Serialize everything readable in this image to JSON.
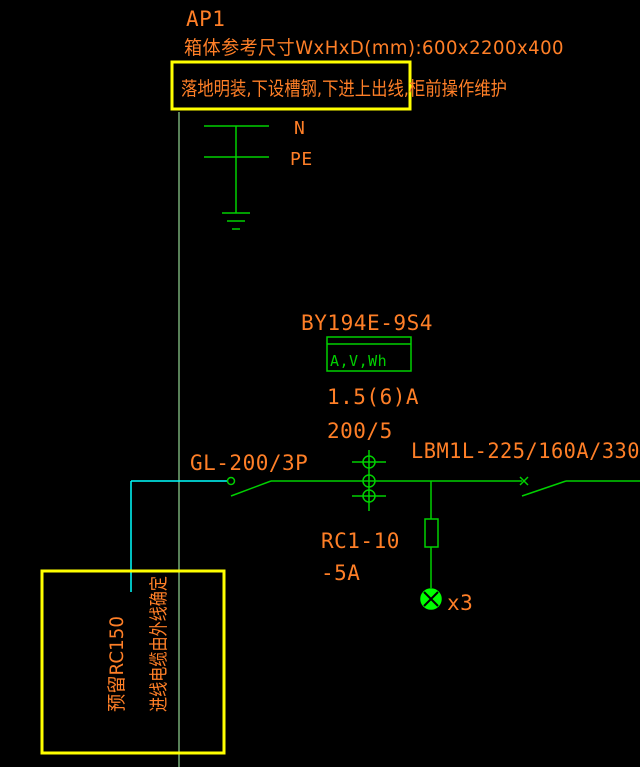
{
  "colors": {
    "background": "#000000",
    "text": "#ff7f27",
    "highlight_box": "#ffff00",
    "green": "#00d000",
    "bright_green": "#00ff00",
    "cyan": "#00ffff",
    "frame_line": "#b0ffb0",
    "white": "#ffffff"
  },
  "panel": {
    "name": "AP1",
    "dimensions": "箱体参考尺寸WxHxD(mm):600x2200x400",
    "install_note": "落地明装,下设槽钢,下进上出线,柜前操作维护"
  },
  "grounding": {
    "neutral_label": "N",
    "pe_label": "PE"
  },
  "meter": {
    "model": "BY194E-9S4",
    "function_label": "A,V,Wh",
    "rating": "1.5(6)A",
    "ct_ratio": "200/5"
  },
  "circuit": {
    "isolator_label": "GL-200/3P",
    "main_breaker_label": "LBM1L-225/160A/330",
    "surge_label_line1": "RC1-10",
    "surge_label_line2": "-5A",
    "lamp_multiplier": "x3"
  },
  "cable_note": {
    "line1": "预留RC150",
    "line2": "进线电缆由外线确定"
  }
}
